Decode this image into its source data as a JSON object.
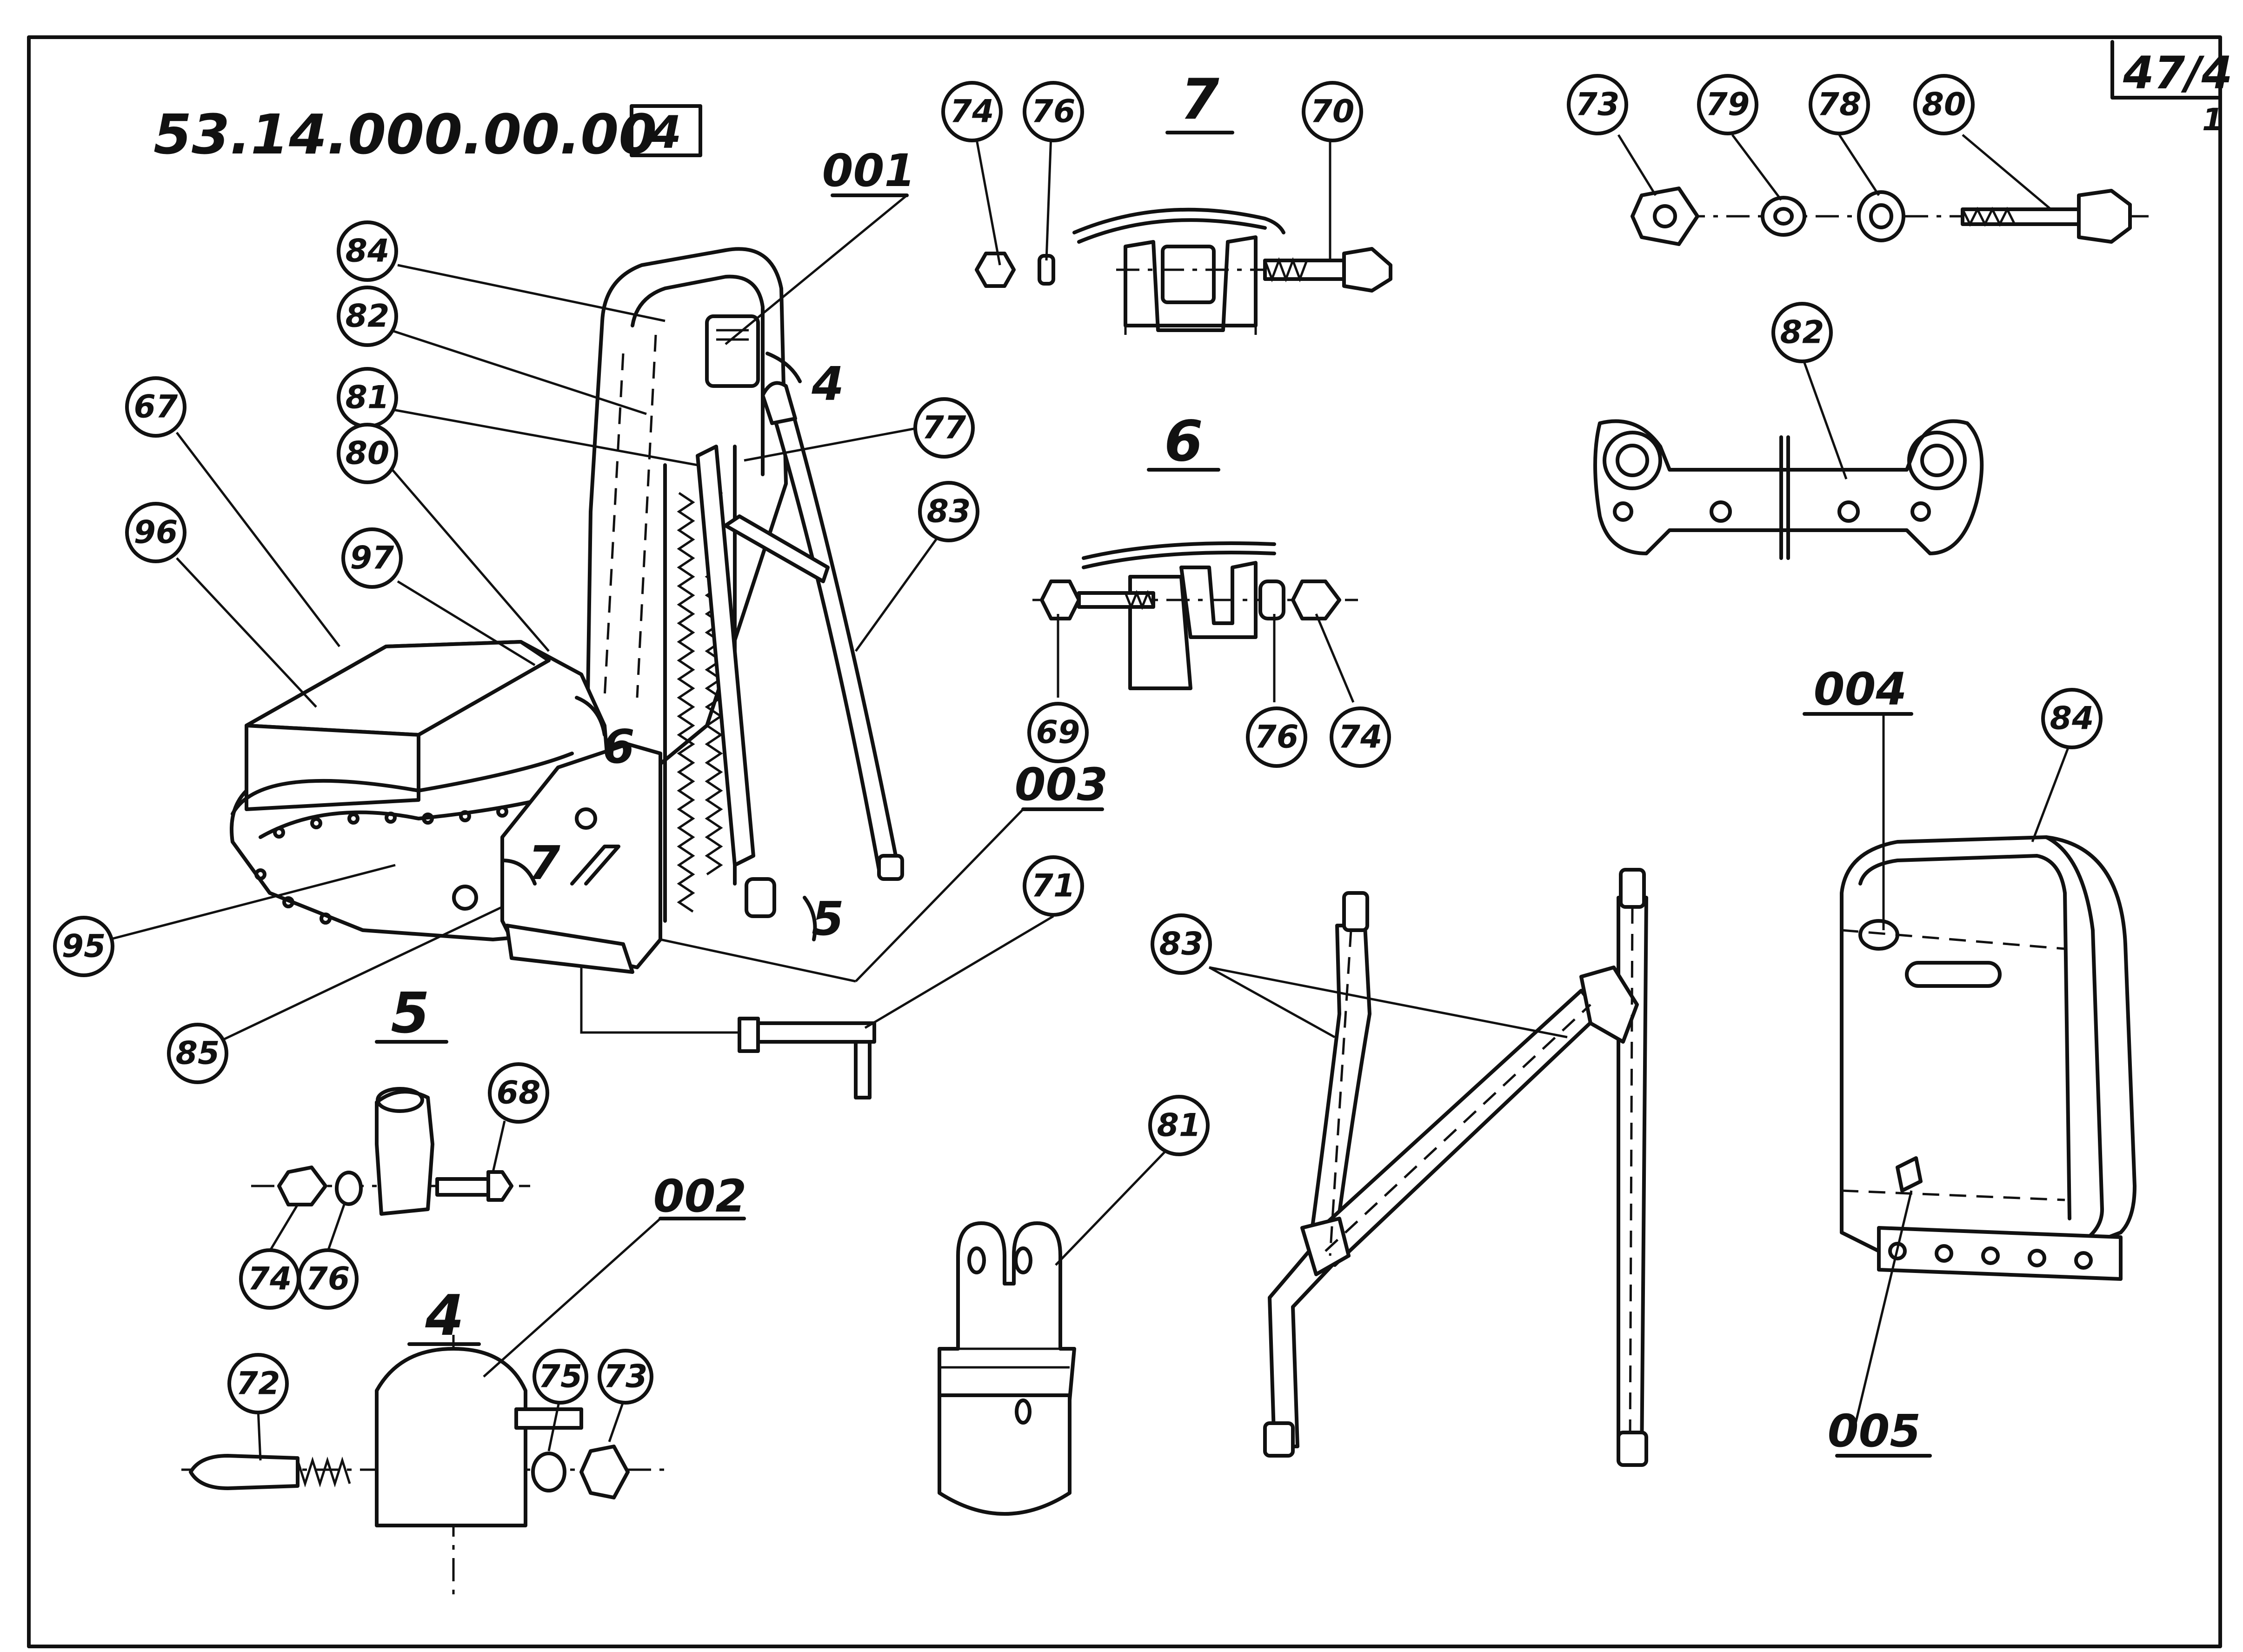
{
  "drawing": {
    "number": "53.14.000.00.00",
    "sheet": "47/4",
    "sheet_index": "1",
    "group": "4"
  },
  "sections": {
    "s7": "7",
    "s6": "6",
    "s5": "5",
    "s4": "4"
  },
  "assemblies": {
    "a001": "001",
    "a002": "002",
    "a003": "003",
    "a004": "004",
    "a005": "005"
  },
  "main_view_arrows": {
    "v4": "4",
    "v5": "5",
    "v6": "6",
    "v7": "7"
  },
  "callouts": {
    "seat_84": "84",
    "seat_82": "82",
    "seat_81": "81",
    "seat_80": "80",
    "seat_67": "67",
    "seat_96": "96",
    "seat_97": "97",
    "seat_77": "77",
    "seat_83": "83",
    "seat_95": "95",
    "seat_85": "85",
    "s7_74": "74",
    "s7_76": "76",
    "s7_70": "70",
    "s6_69": "69",
    "s6_76": "76",
    "s6_74": "74",
    "tr_73": "73",
    "tr_79": "79",
    "tr_78": "78",
    "tr_80": "80",
    "bracket_82": "82",
    "a003_71": "71",
    "s5_68": "68",
    "s5_74": "74",
    "s5_76": "76",
    "s4_72": "72",
    "s4_75": "75",
    "s4_73": "73",
    "fork_81": "81",
    "frame_83": "83",
    "cushion_84": "84"
  }
}
